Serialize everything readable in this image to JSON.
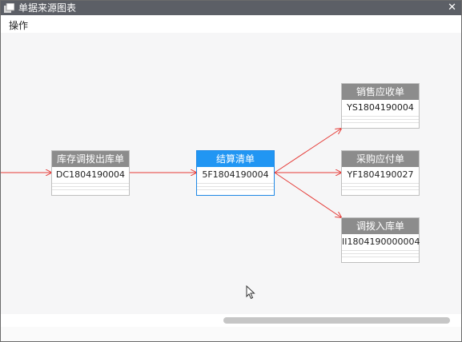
{
  "window": {
    "title": "单据来源图表",
    "close_label": "✕"
  },
  "menu": {
    "items": [
      {
        "label": "操作"
      }
    ]
  },
  "colors": {
    "titlebar": "#5c5f66",
    "node_header": "#8c8c8c",
    "active_header": "#2196f3",
    "edge": "#e53935"
  },
  "nodes": [
    {
      "id": "transfer_out",
      "title": "库存调拨出库单",
      "code": "DC1804190004",
      "active": false
    },
    {
      "id": "settlement",
      "title": "结算清单",
      "code": "5F1804190004",
      "active": true
    },
    {
      "id": "receivable",
      "title": "销售应收单",
      "code": "YS1804190004",
      "active": false
    },
    {
      "id": "payable",
      "title": "采购应付单",
      "code": "YF1804190027",
      "active": false
    },
    {
      "id": "transfer_in",
      "title": "调拨入库单",
      "code": "II1804190000004",
      "active": false
    }
  ]
}
